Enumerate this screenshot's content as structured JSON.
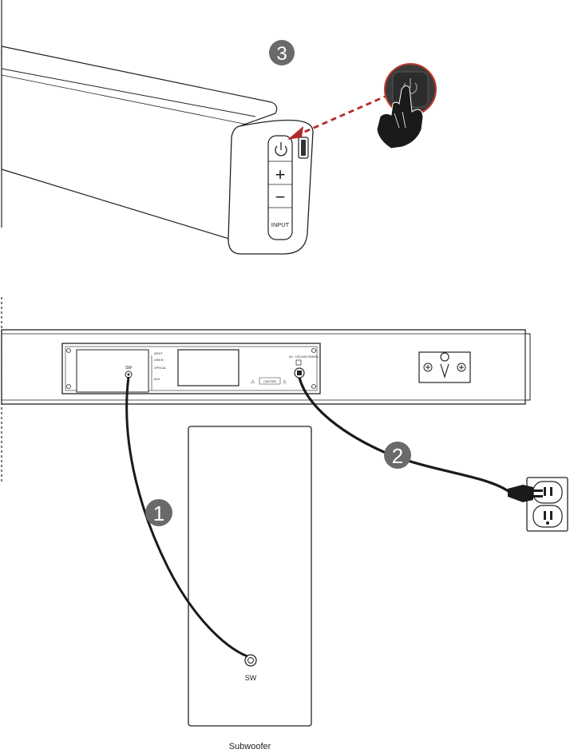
{
  "steps": {
    "one": "1",
    "two": "2",
    "three": "3"
  },
  "side_panel": {
    "plus": "+",
    "minus": "−",
    "input": "INPUT"
  },
  "rear_panel": {
    "sw_label": "SW",
    "input_labels": [
      "INPUT",
      "USB IN",
      "OPTICAL",
      "AUX"
    ],
    "power_label": "AC~ 100-240V 50/60Hz",
    "warning_label": "CAUTION"
  },
  "subwoofer": {
    "port_label": "SW",
    "caption": "Subwoofer"
  },
  "colors": {
    "step_badge": "#6a6a6a",
    "arrow": "#b22a2a",
    "button_ring": "#c0392b",
    "button_face": "#3a3a3a",
    "cable": "#1a1a1a"
  }
}
